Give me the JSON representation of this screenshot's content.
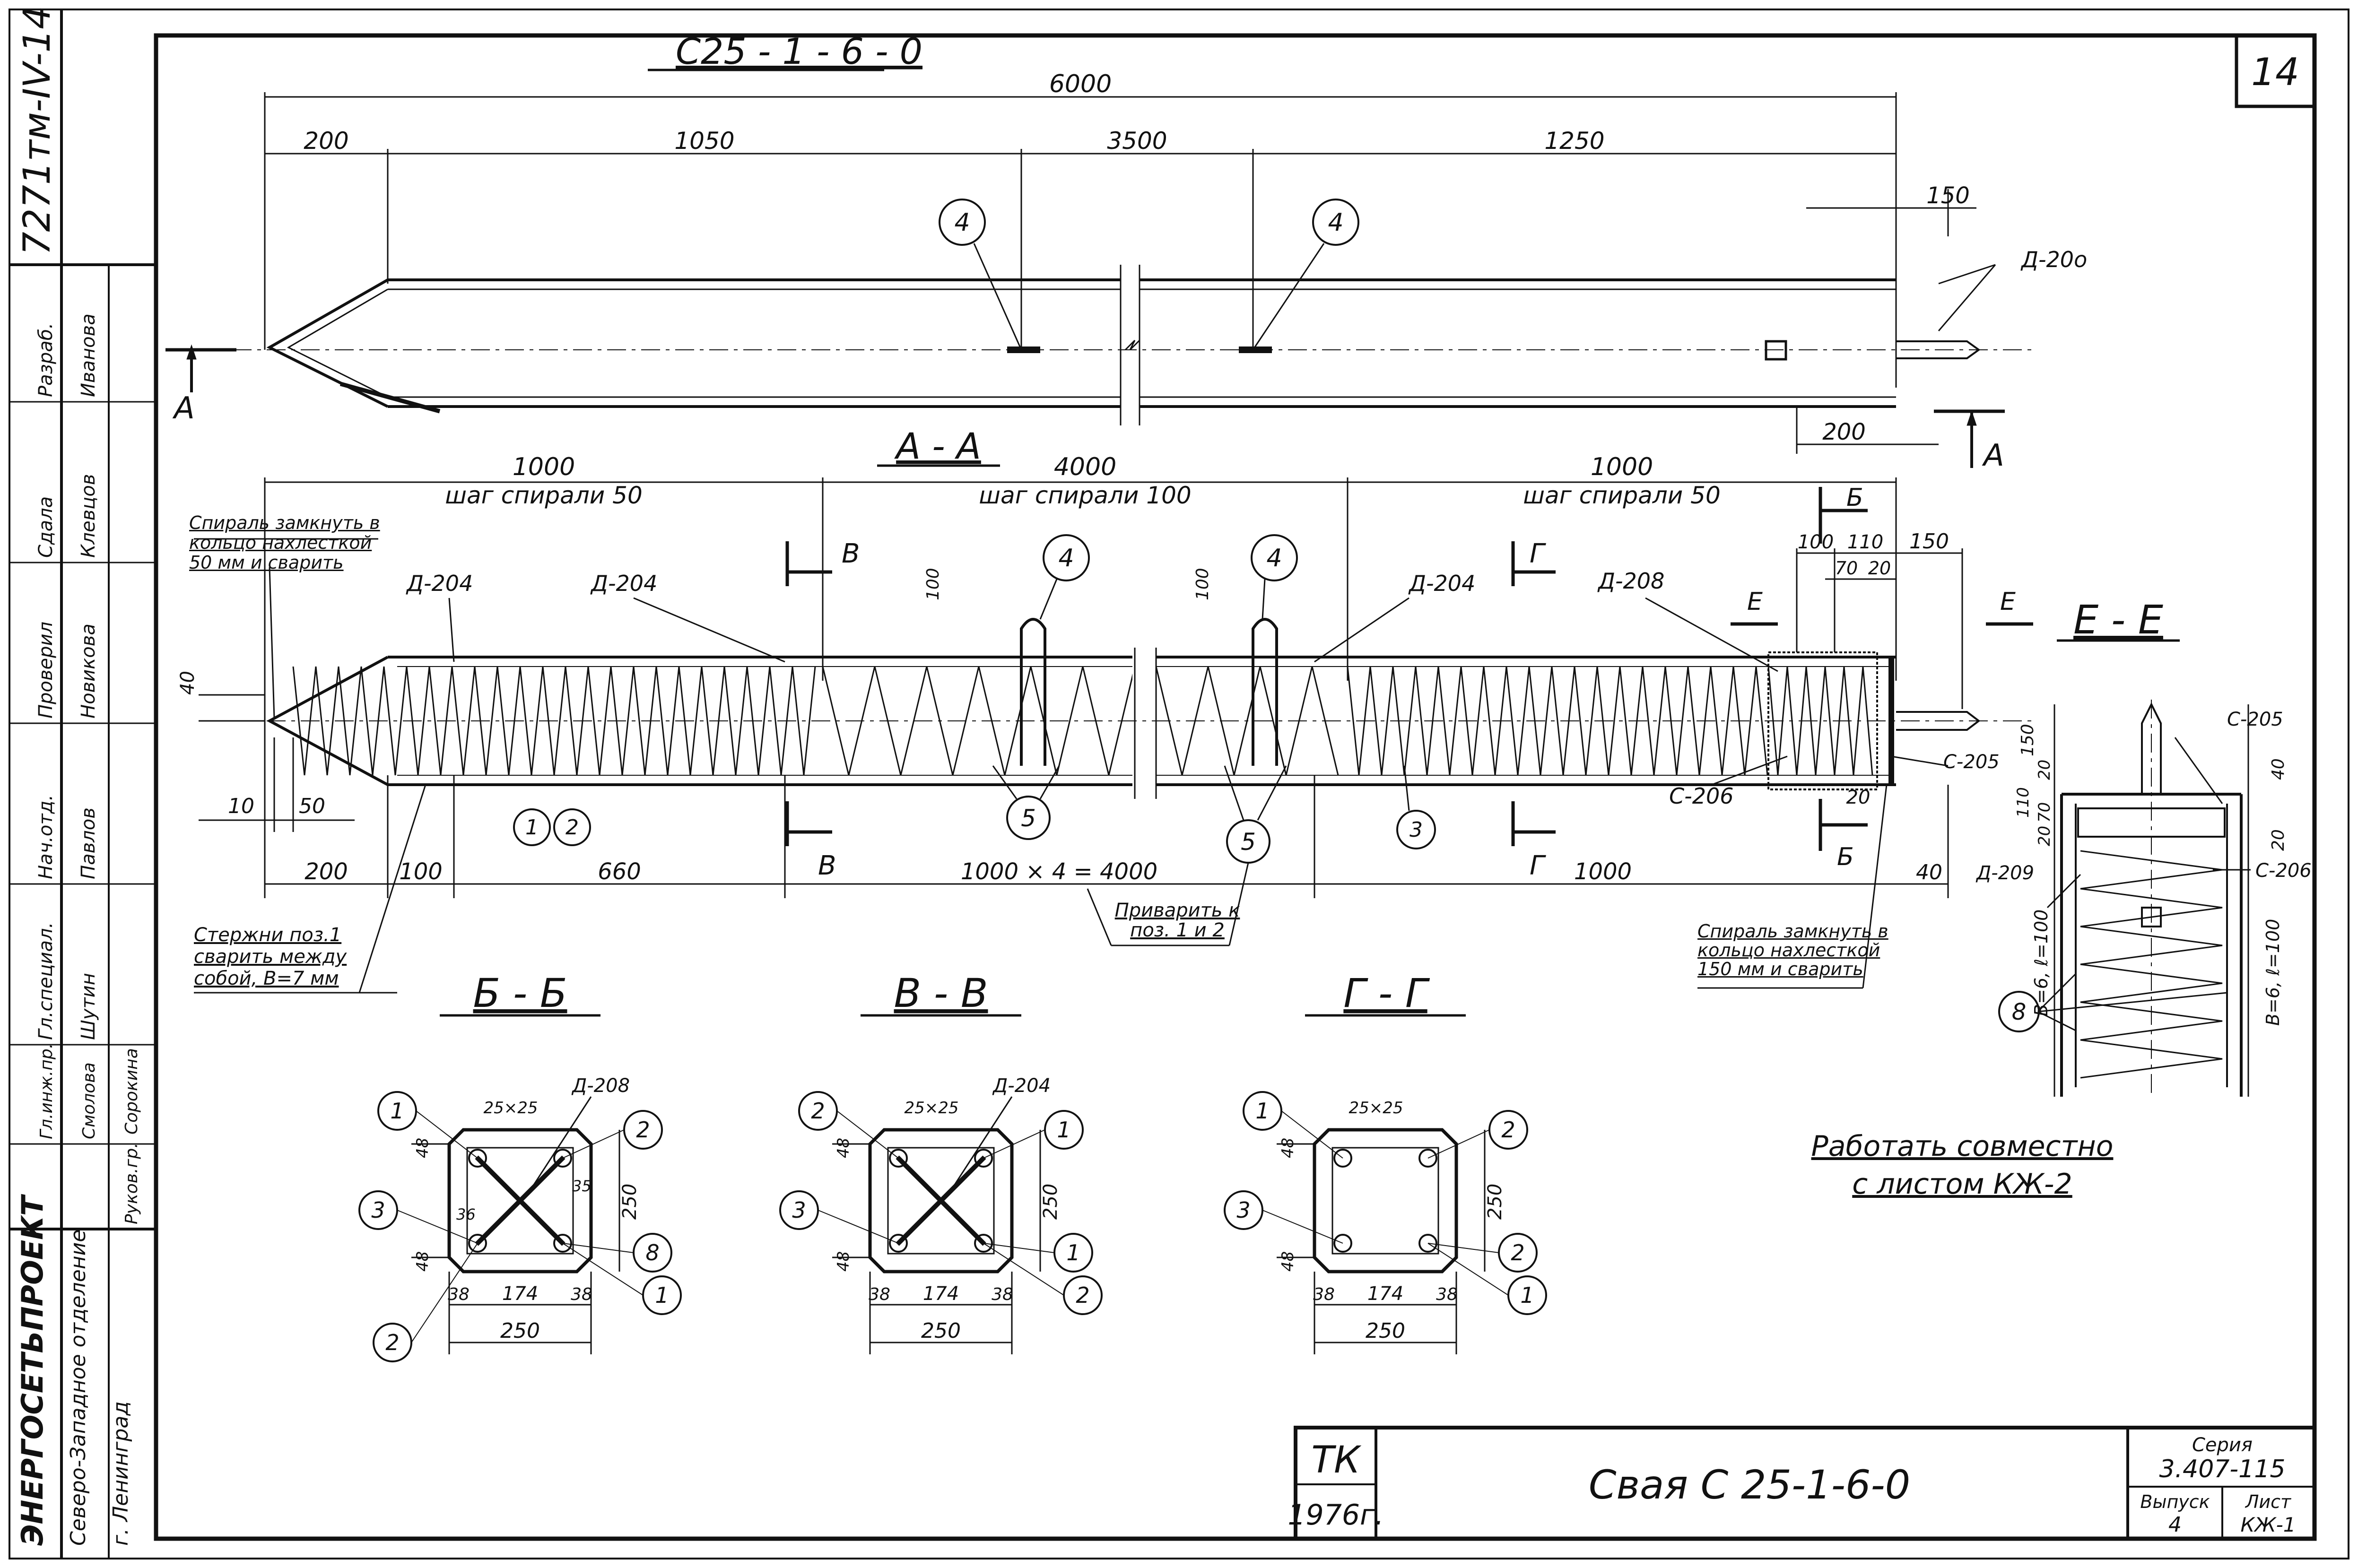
{
  "sheet_number": "14",
  "title_main": "С25 - 1 - 6 - 0",
  "side_code": "7271тм-IV-14",
  "org": {
    "line1": "ЭНЕРГОСЕТЬПРОЕКТ",
    "line2": "Северо-Западное отделение",
    "line3": "г. Ленинград"
  },
  "signers": [
    {
      "role": "Нач.отд.",
      "name": "Павлов"
    },
    {
      "role": "Гл.специал.",
      "name": "Шутин"
    },
    {
      "role": "Гл.инж.пр.",
      "name": "Смолова"
    },
    {
      "role": "Руков.гр.",
      "name": "Сорокина"
    },
    {
      "role": "Проверил",
      "name": "Новикова"
    },
    {
      "role": "Сдала",
      "name": "Клевцов"
    },
    {
      "role": "Разраб.",
      "name": "Иванова"
    }
  ],
  "elevation": {
    "total_dim": "6000",
    "dims": [
      "200",
      "1050",
      "3500",
      "1250"
    ],
    "right_dims": [
      "150",
      "200"
    ],
    "callout_4": "4",
    "label_d200": "Д-20о",
    "section_mark": "А"
  },
  "section_aa": {
    "title": "А - А",
    "zones": [
      {
        "len": "1000",
        "pitch": "шаг спирали 50"
      },
      {
        "len": "4000",
        "pitch": "шаг спирали 100"
      },
      {
        "len": "1000",
        "pitch": "шаг спирали 50"
      }
    ],
    "note_left": "Спираль замкнуть в кольцо нахлесткой 50 мм и сварить",
    "note_right": "Спираль замкнуть в кольцо нахлесткой 150 мм и сварить",
    "note_weld": "Приварить к поз. 1 и 2",
    "note_rods": "Стержни поз.1 сварить между собой, В=7 мм",
    "labels": {
      "d204": "Д-204",
      "d208": "Д-208",
      "c205": "С-205",
      "c206": "С-206"
    },
    "bottom_dims": [
      "200",
      "100",
      "660",
      "1000 × 4 = 4000",
      "1000",
      "40"
    ],
    "left_dims": [
      "40",
      "10",
      "50"
    ],
    "right_top_dims": [
      "100",
      "110",
      "150",
      "70",
      "20"
    ],
    "dim_100": "100",
    "dim_20": "20",
    "callouts": [
      "1",
      "2",
      "3",
      "4",
      "5"
    ],
    "cut_marks": {
      "b": "Б",
      "v": "В",
      "g": "Г",
      "e": "Е"
    }
  },
  "sections": [
    {
      "title": "Б - Б",
      "label": "Д-208",
      "size": "25×25",
      "dims": [
        "250",
        "174",
        "38",
        "38",
        "48",
        "48",
        "35",
        "36"
      ],
      "callouts": [
        "1",
        "2",
        "3",
        "8",
        "1",
        "2"
      ]
    },
    {
      "title": "В - В",
      "label": "Д-204",
      "size": "25×25",
      "dims": [
        "250",
        "174",
        "38",
        "38",
        "48",
        "48"
      ],
      "callouts": [
        "2",
        "1",
        "3",
        "1",
        "2"
      ]
    },
    {
      "title": "Г - Г",
      "label": "",
      "size": "25×25",
      "dims": [
        "250",
        "174",
        "38",
        "38",
        "48",
        "48"
      ],
      "callouts": [
        "1",
        "2",
        "3",
        "2",
        "1"
      ]
    }
  ],
  "section_ee": {
    "title": "Е - Е",
    "labels": [
      "С-205",
      "С-206",
      "Д-209"
    ],
    "dims": [
      "150",
      "40",
      "20",
      "20",
      "110",
      "70",
      "20"
    ],
    "side_notes": [
      "В=6, ℓ=100",
      "В=6, ℓ=100"
    ],
    "callout": "8"
  },
  "work_note": [
    "Работать совместно",
    "с листом КЖ-2"
  ],
  "title_block": {
    "tk": "ТК",
    "year": "1976г.",
    "name": "Свая  С 25-1-6-0",
    "series_label": "Серия",
    "series_value": "3.407-115",
    "issue_label": "Выпуск",
    "issue_value": "4",
    "sheet_label": "Лист",
    "sheet_value": "КЖ-1"
  }
}
